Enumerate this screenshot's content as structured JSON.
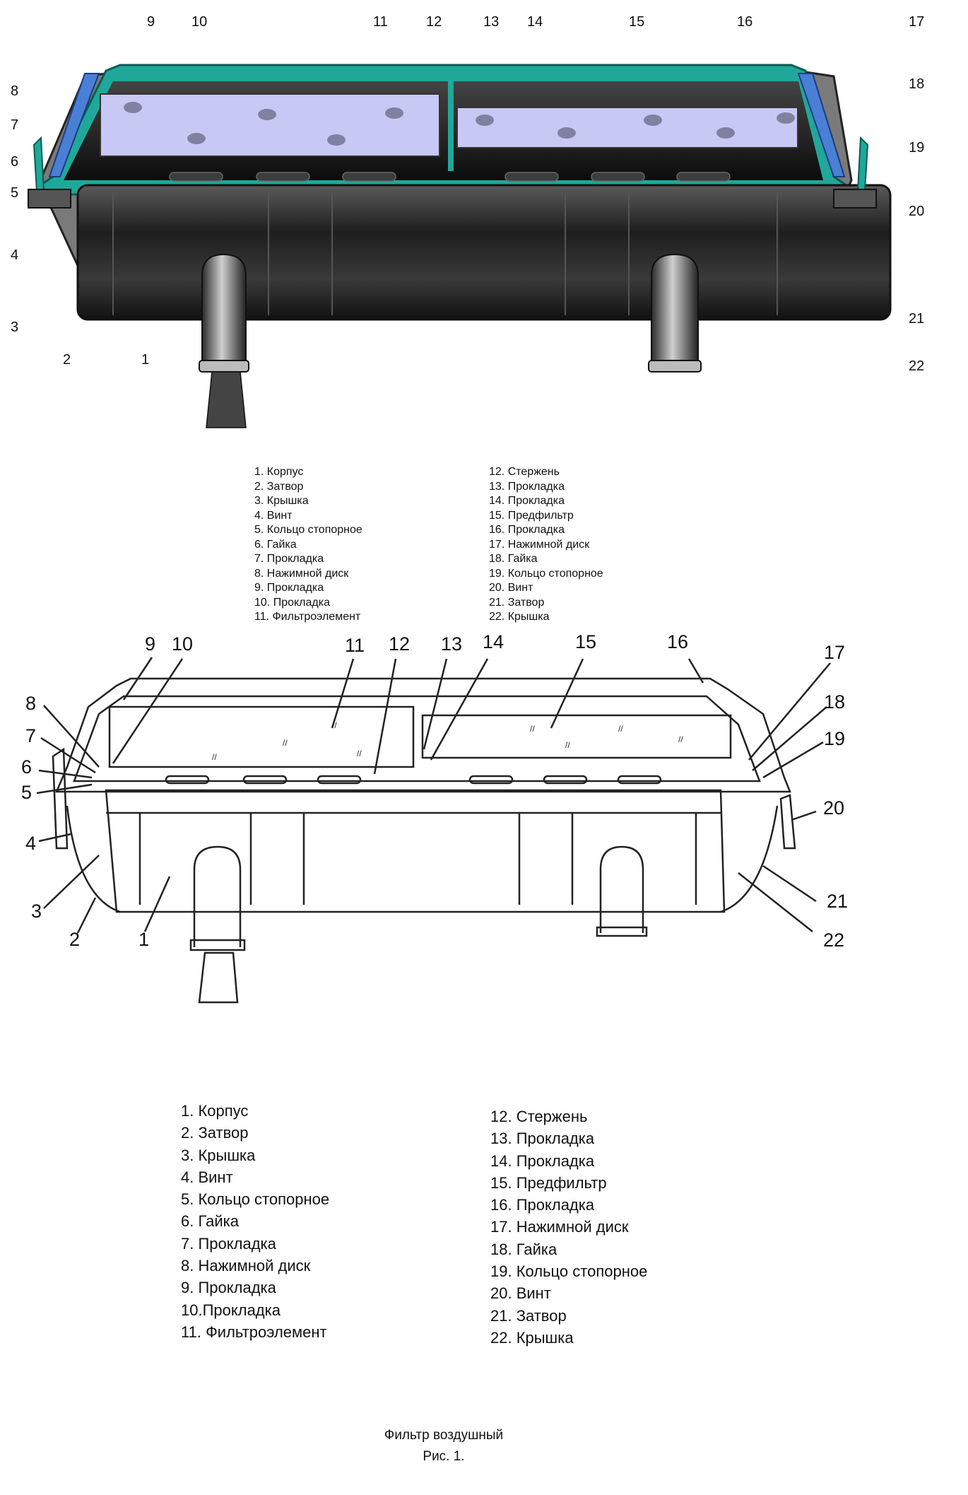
{
  "callouts_top": [
    "1",
    "2",
    "3",
    "4",
    "5",
    "6",
    "7",
    "8",
    "9",
    "10",
    "11",
    "12",
    "13",
    "14",
    "15",
    "16",
    "17",
    "18",
    "19",
    "20",
    "21",
    "22"
  ],
  "legend_small_left": [
    "1. Корпус",
    "2. Затвор",
    "3. Крышка",
    "4. Винт",
    "5. Кольцо стопорное",
    "6. Гайка",
    "7. Прокладка",
    "8. Нажимной диск",
    "9. Прокладка",
    "10. Прокладка",
    "11. Фильтроэлемент"
  ],
  "legend_small_right": [
    "12. Стержень",
    "13. Прокладка",
    "14. Прокладка",
    "15. Предфильтр",
    "16. Прокладка",
    "17. Нажимной диск",
    "18. Гайка",
    "19. Кольцо стопорное",
    "20. Винт",
    "21. Затвор",
    "22. Крышка"
  ],
  "callouts_drawing": [
    "1",
    "2",
    "3",
    "4",
    "5",
    "6",
    "7",
    "8",
    "9",
    "10",
    "11",
    "12",
    "13",
    "14",
    "15",
    "16",
    "17",
    "18",
    "19",
    "20",
    "21",
    "22"
  ],
  "legend_big_left": [
    "1. Корпус",
    "2. Затвор",
    "3. Крышка",
    "4. Винт",
    "5. Кольцо стопорное",
    "6. Гайка",
    "7. Прокладка",
    "8. Нажимной диск",
    "9. Прокладка",
    "10.Прокладка",
    "11. Фильтроэлемент"
  ],
  "legend_big_right": [
    "12. Стержень",
    "13. Прокладка",
    "14. Прокладка",
    "15. Предфильтр",
    "16. Прокладка",
    "17. Нажимной диск",
    "18. Гайка",
    "19. Кольцо стопорное",
    "20. Винт",
    "21. Затвор",
    "22. Крышка"
  ],
  "caption": {
    "title": "Фильтр воздушный",
    "figure": "Рис. 1."
  },
  "colors": {
    "housing": "#2a2a2a",
    "filter": "#c8c8f5",
    "cover": "#1fa89a",
    "clamp": "#4a7fd6"
  }
}
